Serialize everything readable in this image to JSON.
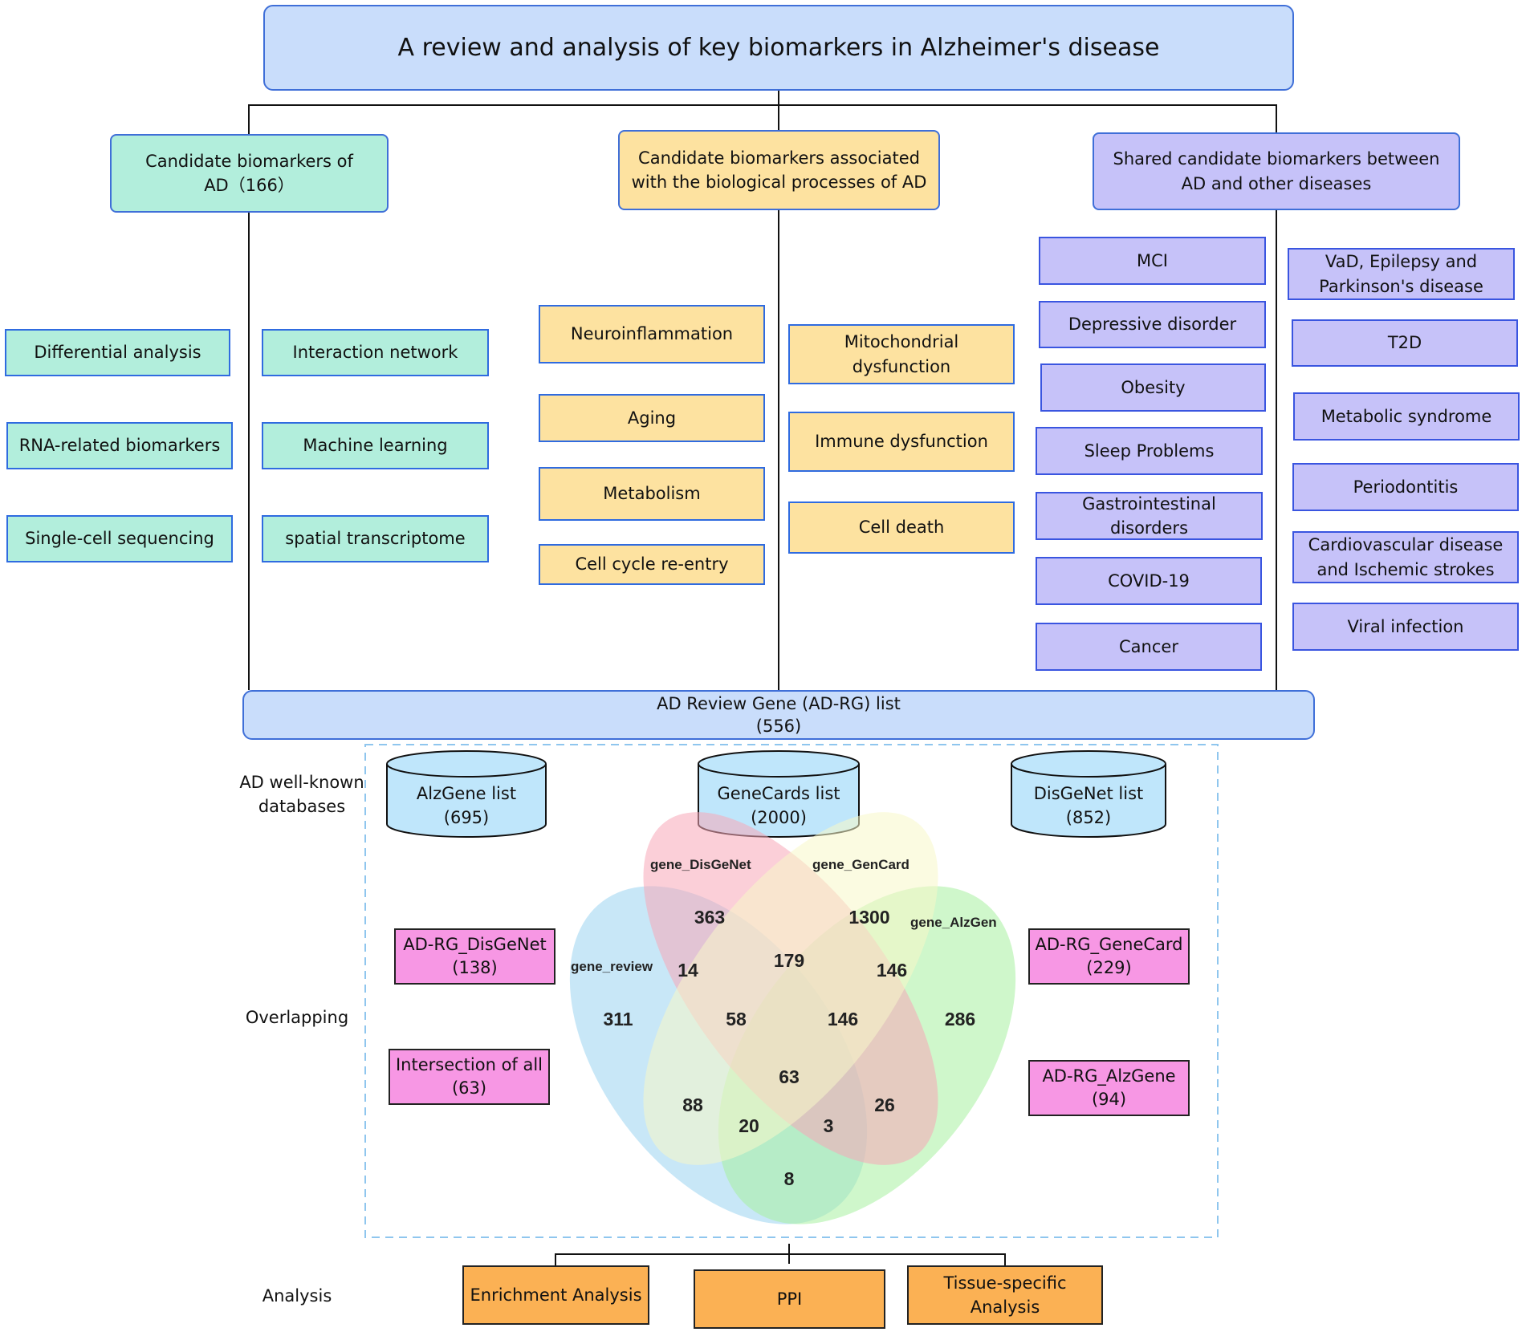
{
  "title": "A review and analysis of key biomarkers in Alzheimer's disease",
  "categories": {
    "candidate": "Candidate biomarkers of AD（166）",
    "processes": "Candidate biomarkers associated with the biological processes of AD",
    "shared": "Shared candidate biomarkers between AD and other diseases"
  },
  "methods_left": [
    "Differential analysis",
    "RNA-related biomarkers",
    "Single-cell sequencing"
  ],
  "methods_right": [
    "Interaction network",
    "Machine learning",
    "spatial transcriptome"
  ],
  "processes_left": [
    "Neuroinflammation",
    "Aging",
    "Metabolism",
    "Cell cycle re-entry"
  ],
  "processes_right": [
    "Mitochondrial dysfunction",
    "Immune dysfunction",
    "Cell death"
  ],
  "diseases_left": [
    "MCI",
    "Depressive disorder",
    "Obesity",
    "Sleep Problems",
    "Gastrointestinal disorders",
    "COVID-19",
    "Cancer"
  ],
  "diseases_right": [
    "VaD, Epilepsy and Parkinson's disease",
    "T2D",
    "Metabolic syndrome",
    "Periodontitis",
    "Cardiovascular disease and Ischemic strokes",
    "Viral infection"
  ],
  "adrg_list": {
    "label": "AD Review Gene (AD-RG) list",
    "count": "(556)"
  },
  "side_labels": {
    "databases": "AD well-known databases",
    "overlapping": "Overlapping",
    "analysis": "Analysis"
  },
  "databases": [
    {
      "name": "AlzGene list",
      "count": "(695)"
    },
    {
      "name": "GeneCards list",
      "count": "(2000)"
    },
    {
      "name": "DisGeNet list",
      "count": "(852)"
    }
  ],
  "venn": {
    "set_labels": {
      "review": "gene_review",
      "disgenet": "gene_DisGeNet",
      "gencard": "gene_GenCard",
      "alzgen": "gene_AlzGen"
    },
    "regions": {
      "review_only": "311",
      "disgenet_only": "363",
      "gencard_only": "1300",
      "alzgen_only": "286",
      "review_disgenet": "14",
      "disgenet_gencard": "179",
      "gencard_alzgen": "146",
      "review_disgenet_gencard": "58",
      "disgenet_gencard_alzgen": "146",
      "all_four": "63",
      "review_gencard": "88",
      "disgenet_alzgen": "26",
      "review_gencard_alzgen": "20",
      "review_disgenet_alzgen": "3",
      "review_alzgen": "8"
    },
    "colors": {
      "review": "#9bd3f0",
      "disgenet": "#f7a8b8",
      "gencard": "#f8f8c8",
      "alzgen": "#a8f0a0"
    }
  },
  "overlap_boxes": [
    {
      "name": "AD-RG_DisGeNet",
      "count": "(138)"
    },
    {
      "name": "Intersection of all",
      "count": "(63)"
    },
    {
      "name": "AD-RG_GeneCard",
      "count": "(229)"
    },
    {
      "name": "AD-RG_AlzGene",
      "count": "(94)"
    }
  ],
  "analysis": [
    "Enrichment Analysis",
    "PPI",
    "Tissue-specific Analysis"
  ]
}
